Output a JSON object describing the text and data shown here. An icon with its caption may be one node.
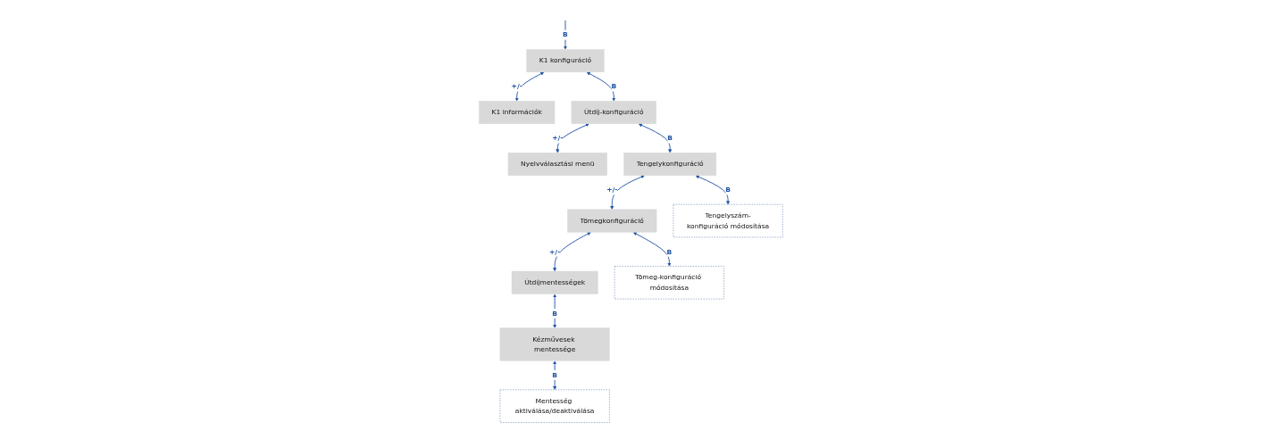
{
  "diagram": {
    "nodes": [
      {
        "text": [
          "K1 konfiguráció"
        ]
      },
      {
        "text": [
          "K1 információk"
        ]
      },
      {
        "text": [
          "Útdíj-konfiguráció"
        ]
      },
      {
        "text": [
          "Nyelvválasztási menü"
        ]
      },
      {
        "text": [
          "Tengelykonfiguráció"
        ]
      },
      {
        "text": [
          "Tömegkonfiguráció"
        ]
      },
      {
        "text": [
          "Útdíjmentességek"
        ]
      },
      {
        "text": [
          "Tengelyszám-konfiguráció módosítása"
        ]
      },
      {
        "text": [
          "Tömeg-konfiguráció módosítása"
        ]
      },
      {
        "text": [
          "Kézművesek mentessége"
        ]
      },
      {
        "text": [
          "Mentesség aktiválása/deaktiválása"
        ]
      }
    ],
    "edges": [
      {
        "from": null,
        "to": 0,
        "arrow": "to",
        "label": "B"
      },
      {
        "from": 0,
        "to": 1,
        "arrow": "both",
        "label": "+/-"
      },
      {
        "from": 0,
        "to": 2,
        "arrow": "both",
        "label": "B"
      },
      {
        "from": 2,
        "to": 3,
        "arrow": "both",
        "label": "+/-"
      },
      {
        "from": 2,
        "to": 4,
        "arrow": "both",
        "label": "B"
      },
      {
        "from": 4,
        "to": 5,
        "arrow": "both",
        "label": "+/-"
      },
      {
        "from": 4,
        "to": 7,
        "arrow": "both",
        "label": "B"
      },
      {
        "from": 5,
        "to": 6,
        "arrow": "both",
        "label": "+/-"
      },
      {
        "from": 5,
        "to": 8,
        "arrow": "both",
        "label": "B"
      },
      {
        "from": 6,
        "to": 9,
        "arrow": "both",
        "label": "B"
      },
      {
        "from": 9,
        "to": 10,
        "arrow": "both",
        "label": "B"
      }
    ]
  }
}
